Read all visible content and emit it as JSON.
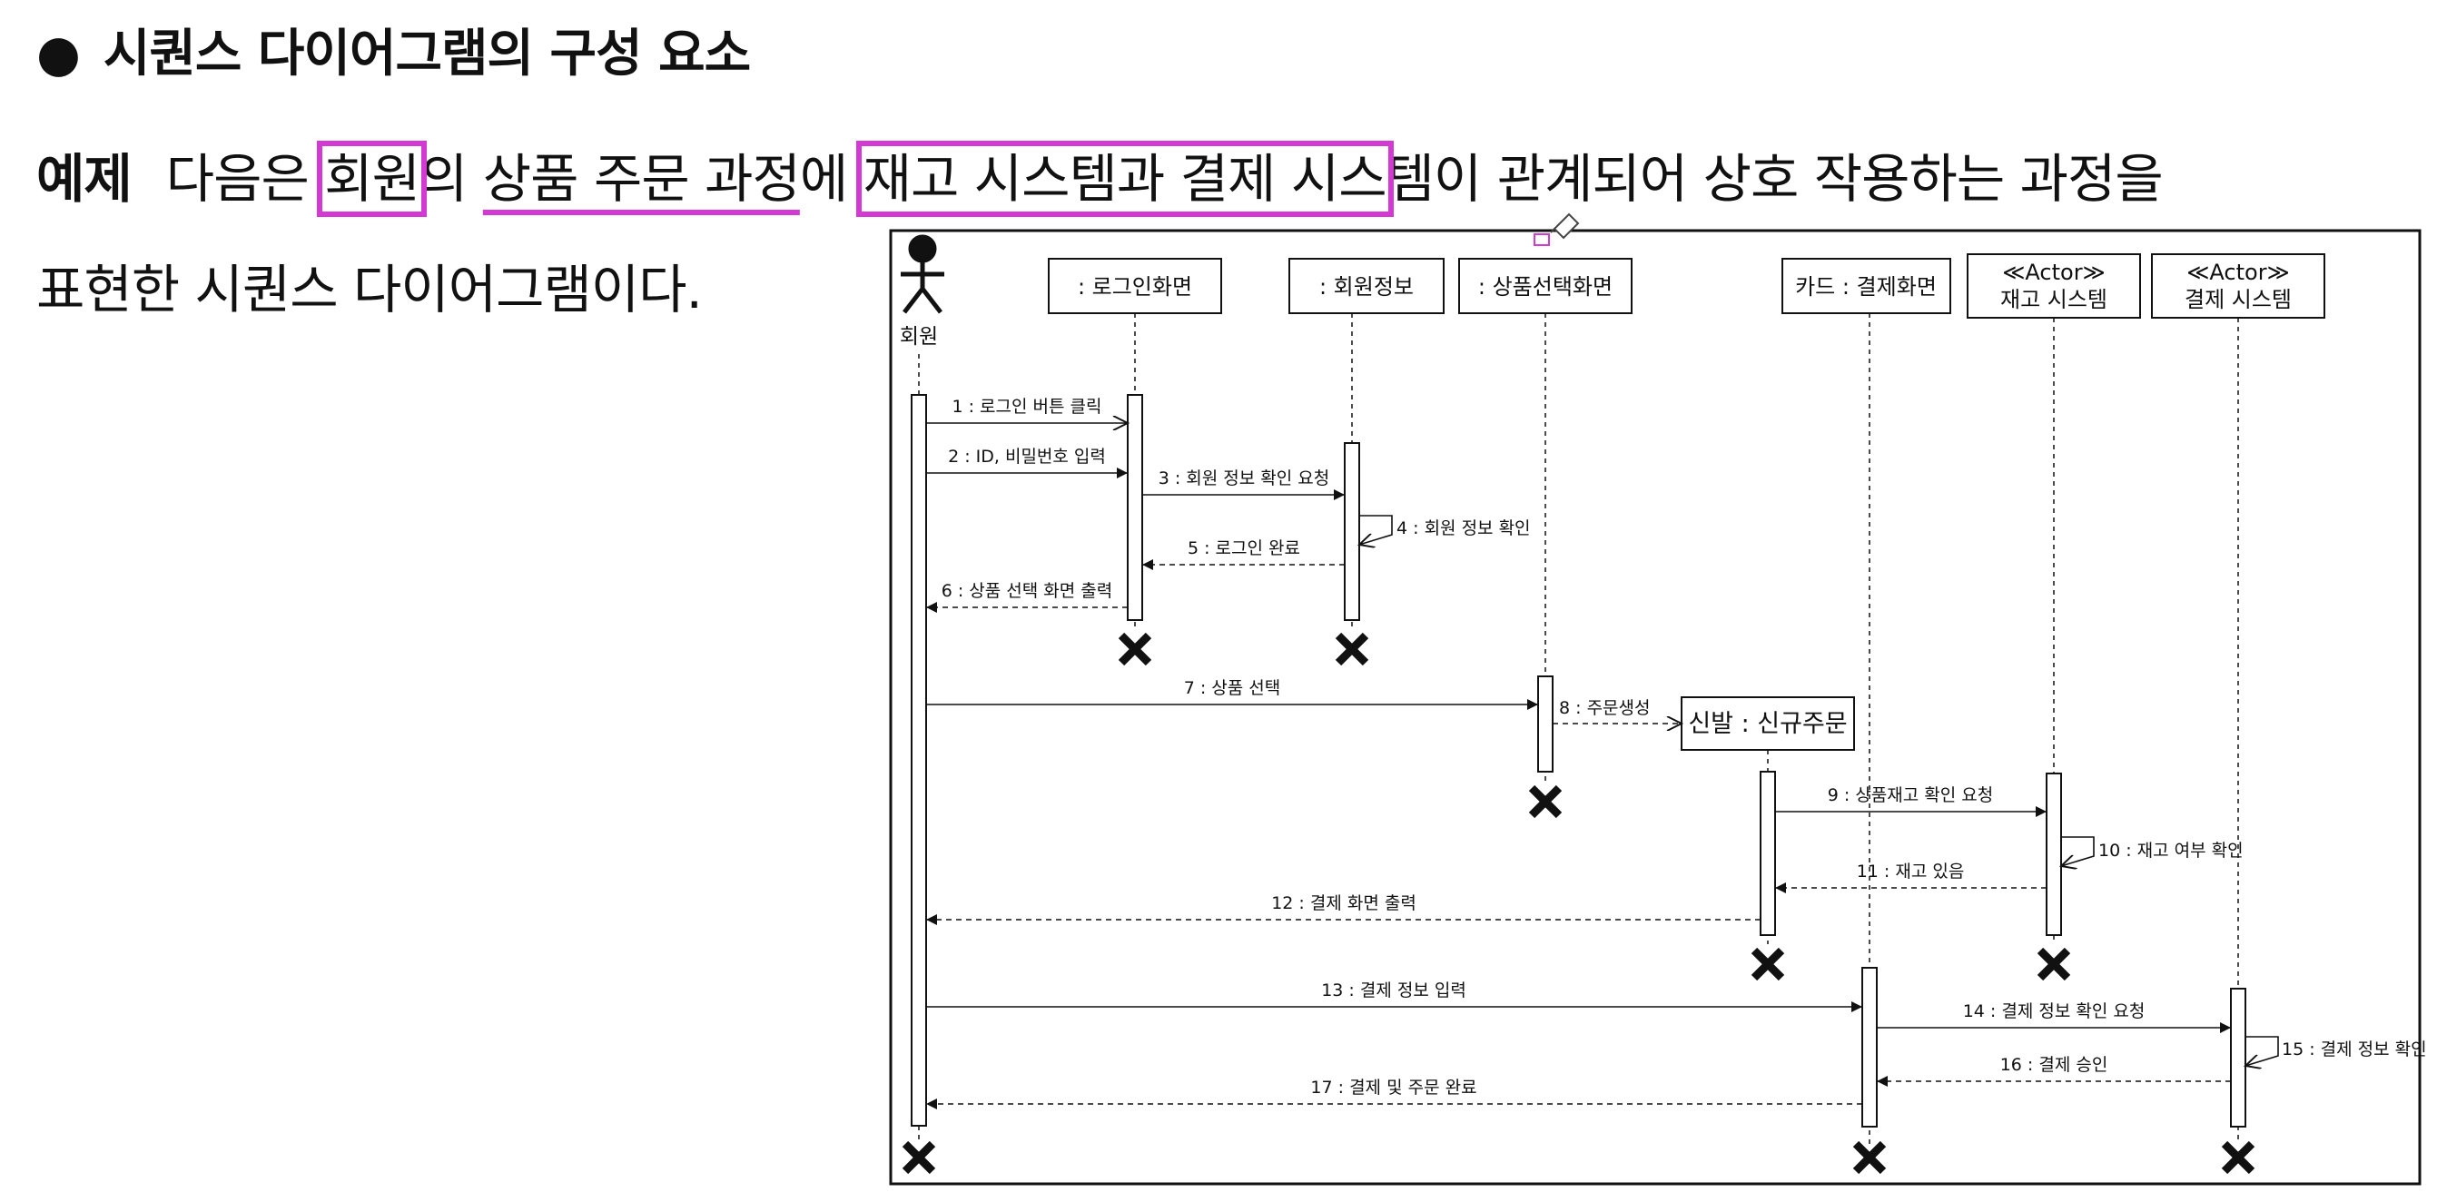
{
  "heading": {
    "bullet": "●",
    "text": "시퀀스 다이어그램의 구성 요소"
  },
  "example": {
    "label": "예제",
    "line1": {
      "t1": "다음은 ",
      "h1": "회원",
      "t2": "의 ",
      "h2": "상품 주문 과정",
      "t3": "에 ",
      "h3": "재고 시스템과 결제 시스",
      "t4": "템이 관계되어 상호 작용하는 과정을"
    },
    "line2": "표현한 시퀀스 다이어그램이다."
  },
  "diagram": {
    "actor": "회원",
    "lifelines": {
      "login": ": 로그인화면",
      "member": ": 회원정보",
      "product": ": 상품선택화면",
      "payscreen": "카드 : 결제화면",
      "stock_stereotype": "≪Actor≫",
      "stock_name": "재고 시스템",
      "pay_stereotype": "≪Actor≫",
      "pay_name": "결제 시스템",
      "order": "신발 : 신규주문"
    },
    "messages": [
      "1 : 로그인 버튼 클릭",
      "2 : ID, 비밀번호 입력",
      "3 : 회원 정보 확인 요청",
      "4 : 회원 정보 확인",
      "5 : 로그인 완료",
      "6 : 상품 선택 화면 출력",
      "7 : 상품 선택",
      "8 : 주문생성",
      "9 : 상품재고 확인 요청",
      "10 : 재고 여부 확인",
      "11 : 재고 있음",
      "12 : 결제 화면 출력",
      "13 : 결제 정보 입력",
      "14 : 결제 정보 확인 요청",
      "15 : 결제 정보 확인",
      "16 : 결제 승인",
      "17 : 결제 및 주문 완료"
    ]
  }
}
